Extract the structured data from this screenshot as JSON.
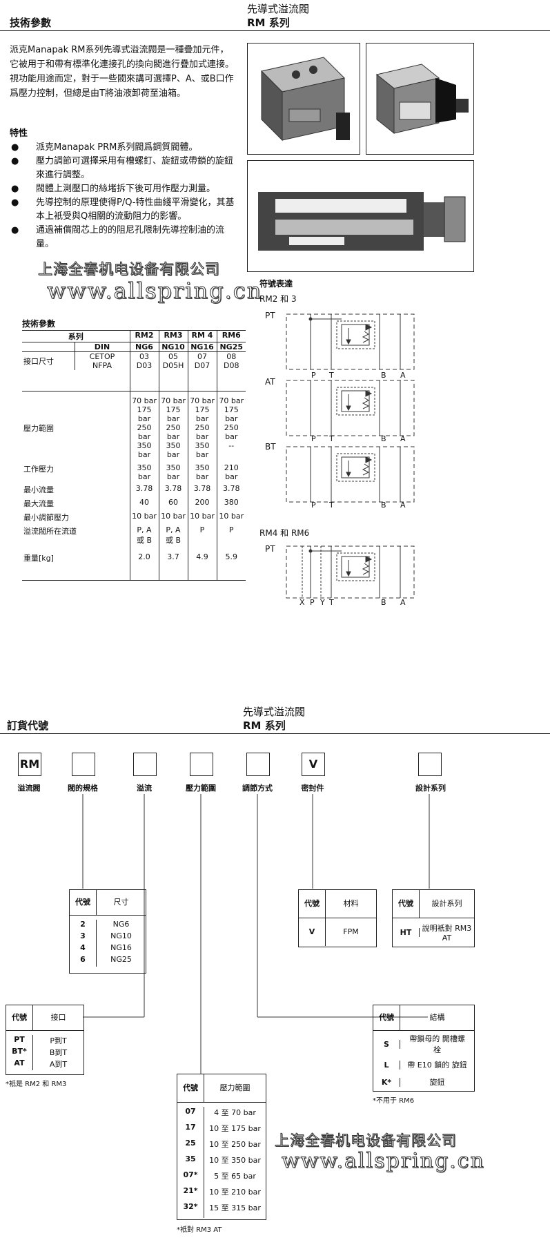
{
  "page1": {
    "left_header": "技術參數",
    "right_header_line1": "先導式溢流閥",
    "right_header_line2": "RM 系列",
    "intro_text": "派克Manapak RM系列先導式溢流閥是一種疊加元件，它被用于和帶有標準化連接孔的換向閥進行疊加式連接。視功能用途而定，對于一些閥來講可選擇P、A、或B口作爲壓力控制，但總是由T將油液卸荷至油箱。",
    "features_title": "特性",
    "features": [
      "派克Manapak PRM系列閥爲鋼質閥體。",
      "壓力調節可選擇采用有槽螺釘、旋鈕或帶鎖的旋鈕來進行調整。",
      "閥體上測壓口的絲堵拆下後可用作壓力測量。",
      "先導控制的原理使得P/Q-特性曲綫平滑變化，其基本上衹受與Q相關的流動阻力的影響。",
      "通過補償閥芯上的的阻尼孔限制先導控制油的流量。"
    ],
    "bullet_glyph": "●",
    "watermark_cn": "上海全春机电设备有限公司",
    "watermark_url": "www.allspring.cn",
    "table_title": "技術參數",
    "table": {
      "header_series": "系列",
      "models": [
        "RM2",
        "RM3",
        "RM 4",
        "RM6"
      ],
      "din_label": "DIN",
      "ng": [
        "NG6",
        "NG10",
        "NG16",
        "NG25"
      ],
      "port_label": "接口尺寸",
      "cetop_label": "CETOP",
      "nfpa_label": "NFPA",
      "cetop": [
        "03",
        "05",
        "07",
        "08"
      ],
      "nfpa": [
        "D03",
        "D05H",
        "D07",
        "D08"
      ],
      "pressure_range_label": "壓力範圍",
      "pressure_ranges": [
        [
          "70 bar",
          "175 bar",
          "250 bar",
          "350 bar"
        ],
        [
          "70 bar",
          "175 bar",
          "250 bar",
          "350 bar"
        ],
        [
          "70 bar",
          "175 bar",
          "250 bar",
          "350 bar"
        ],
        [
          "70 bar",
          "175 bar",
          "250 bar",
          "--"
        ]
      ],
      "rows": [
        {
          "label": "工作壓力",
          "values": [
            "350 bar",
            "350 bar",
            "350 bar",
            "210 bar"
          ]
        },
        {
          "label": "最小流量",
          "values": [
            "3.78",
            "3.78",
            "3.78",
            "3.78"
          ]
        },
        {
          "label": "最大流量",
          "values": [
            "40",
            "60",
            "200",
            "380"
          ]
        },
        {
          "label": "最小調節壓力",
          "values": [
            "10 bar",
            "10 bar",
            "10 bar",
            "10 bar"
          ]
        }
      ],
      "relief_label": "溢流閥所在流道",
      "relief_line1": [
        "P, A",
        "P, A",
        "P",
        "P"
      ],
      "relief_line2": [
        "或 B",
        "或 B",
        "",
        ""
      ],
      "weight_label": "重量[kg]",
      "weight": [
        "2.0",
        "3.7",
        "4.9",
        "5.9"
      ]
    },
    "symbols_title": "符號表達",
    "rm23_label": "RM2 和 3",
    "rm46_label": "RM4 和 RM6",
    "sym_pt": "PT",
    "sym_at": "AT",
    "sym_bt": "BT",
    "port_p": "P",
    "port_t": "T",
    "port_b": "B",
    "port_a": "A",
    "port_x": "X",
    "port_y": "Y"
  },
  "page2": {
    "left_header": "訂貨代號",
    "right_header_line1": "先導式溢流閥",
    "right_header_line2": "RM 系列",
    "boxes": [
      {
        "code": "RM",
        "label": "溢流閥"
      },
      {
        "code": "",
        "label": "閥的規格"
      },
      {
        "code": "",
        "label": "溢流"
      },
      {
        "code": "",
        "label": "壓力範圍"
      },
      {
        "code": "",
        "label": "調節方式"
      },
      {
        "code": "V",
        "label": "密封件"
      },
      {
        "code": "",
        "label": "設計系列"
      }
    ],
    "code_header": "代號",
    "size_table": {
      "header": "尺寸",
      "rows": [
        [
          "2",
          "NG6"
        ],
        [
          "3",
          "NG10"
        ],
        [
          "4",
          "NG16"
        ],
        [
          "6",
          "NG25"
        ]
      ]
    },
    "seal_table": {
      "header": "材料",
      "rows": [
        [
          "V",
          "FPM"
        ]
      ]
    },
    "design_table": {
      "header": "設計系列",
      "rows": [
        [
          "HT",
          "說明衹對 RM3 AT"
        ]
      ]
    },
    "port_table": {
      "header": "接口",
      "rows": [
        [
          "PT",
          "P到T"
        ],
        [
          "BT*",
          "B到T"
        ],
        [
          "AT",
          "A到T"
        ]
      ],
      "note": "*衹是 RM2 和 RM3"
    },
    "pressure_table": {
      "header": "壓力範圍",
      "rows": [
        [
          "07",
          "4 至 70 bar"
        ],
        [
          "17",
          "10 至 175 bar"
        ],
        [
          "25",
          "10 至 250 bar"
        ],
        [
          "35",
          "10 至 350 bar"
        ],
        [
          "07*",
          "5 至 65 bar"
        ],
        [
          "21*",
          "10 至 210 bar"
        ],
        [
          "32*",
          "15 至 315 bar"
        ]
      ],
      "note": "*衹對 RM3 AT"
    },
    "adjust_table": {
      "header": "結構",
      "rows": [
        [
          "S",
          "帶鎖母的 開槽螺栓"
        ],
        [
          "L",
          "帶 E10 鎖的 旋鈕"
        ],
        [
          "K*",
          "旋鈕"
        ]
      ],
      "note": "*不用于 RM6"
    },
    "watermark_cn": "上海全春机电设备有限公司",
    "watermark_url": "www.allspring.cn"
  }
}
